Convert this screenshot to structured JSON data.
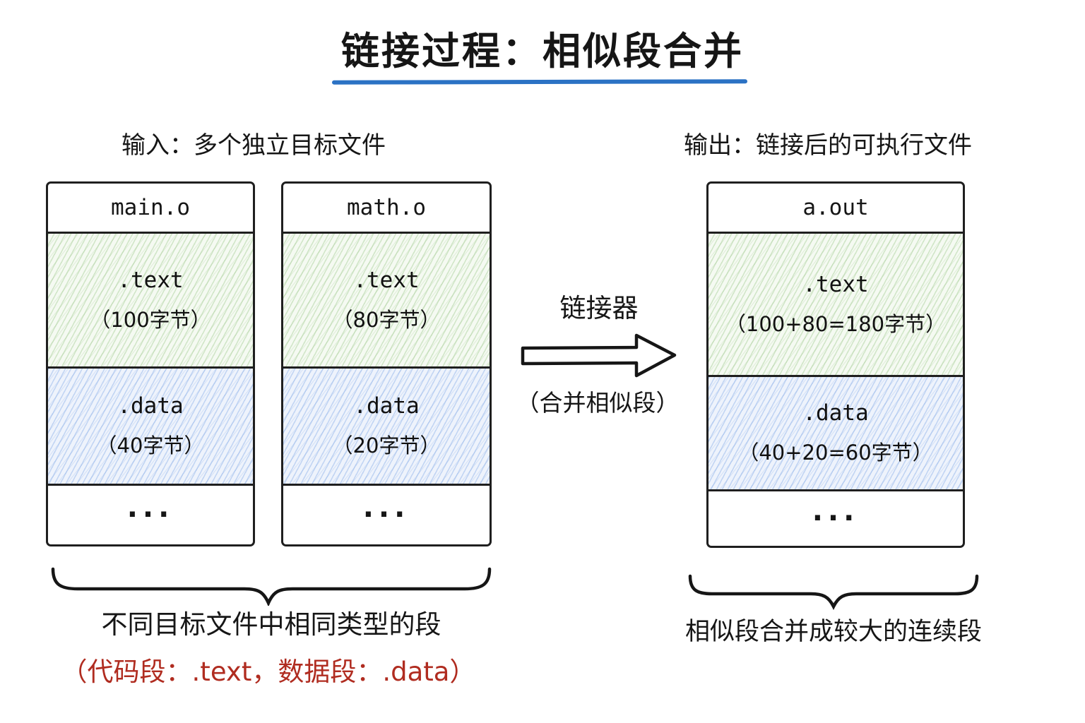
{
  "title": {
    "text": "链接过程：相似段合并"
  },
  "labels": {
    "input": "输入：多个独立目标文件",
    "output": "输出：链接后的可执行文件"
  },
  "boxes": [
    {
      "name": "main.o",
      "sections": [
        {
          "label": ".text",
          "size": "（100字节）"
        },
        {
          "label": ".data",
          "size": "（40字节）"
        }
      ],
      "ellipsis": "..."
    },
    {
      "name": "math.o",
      "sections": [
        {
          "label": ".text",
          "size": "（80字节）"
        },
        {
          "label": ".data",
          "size": "（20字节）"
        }
      ],
      "ellipsis": "..."
    },
    {
      "name": "a.out",
      "sections": [
        {
          "label": ".text",
          "size": "（100+80=180字节）"
        },
        {
          "label": ".data",
          "size": "（40+20=60字节）"
        }
      ],
      "ellipsis": "..."
    }
  ],
  "linker": {
    "label": "链接器",
    "note": "（合并相似段）"
  },
  "captions": {
    "left": "不同目标文件中相同类型的段",
    "left_note": "（代码段：.text，数据段：.data）",
    "right": "相似段合并成较大的连续段"
  },
  "colors": {
    "title_underline_blue": "#2b72c4",
    "note_red": "#b02c20",
    "text_section_green": "#f5faf2",
    "data_section_blue": "#eef3fc",
    "stroke_black": "#1f1f1f"
  }
}
